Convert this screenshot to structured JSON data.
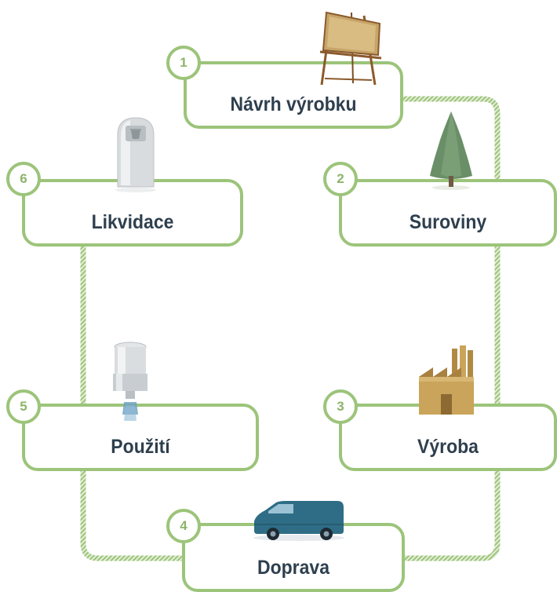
{
  "stages": [
    {
      "number": "1",
      "label": "Návrh výrobku",
      "icon": "easel-icon"
    },
    {
      "number": "2",
      "label": "Suroviny",
      "icon": "tree-icon"
    },
    {
      "number": "3",
      "label": "Výroba",
      "icon": "factory-icon"
    },
    {
      "number": "4",
      "label": "Doprava",
      "icon": "van-icon"
    },
    {
      "number": "5",
      "label": "Použití",
      "icon": "spray-bottle-icon"
    },
    {
      "number": "6",
      "label": "Likvidace",
      "icon": "trash-bin-icon"
    }
  ],
  "colors": {
    "frame": "#9cc47a",
    "number": "#8db46a",
    "label": "#2e3f4e",
    "tree": "#6a8f68",
    "factory": "#c9a45a",
    "van": "#2f6d86"
  }
}
